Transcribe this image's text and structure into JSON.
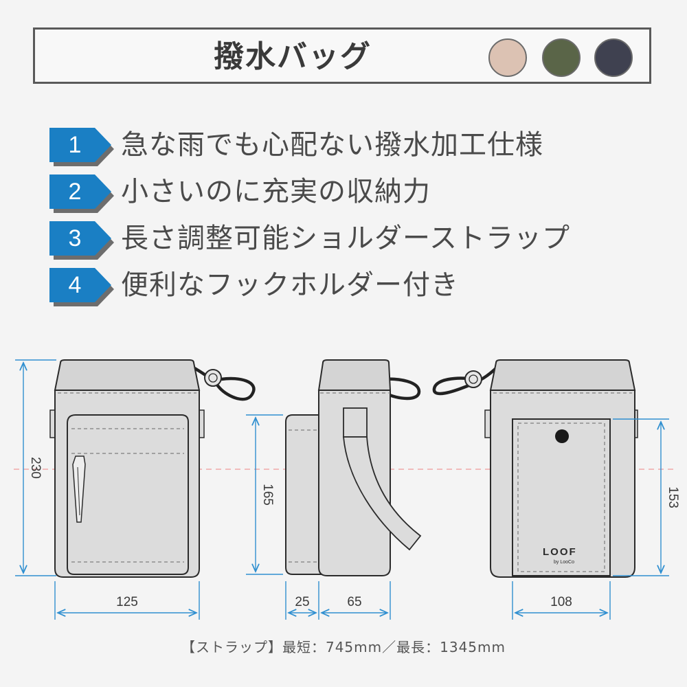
{
  "header": {
    "title": "撥水バッグ",
    "swatches": [
      {
        "name": "pink-beige",
        "color": "#dcc2b3"
      },
      {
        "name": "olive",
        "color": "#5a6548"
      },
      {
        "name": "navy-charcoal",
        "color": "#3f4150"
      }
    ]
  },
  "features": [
    {
      "num": "1",
      "text": "急な雨でも心配ない撥水加工仕様"
    },
    {
      "num": "2",
      "text": "小さいのに充実の収納力"
    },
    {
      "num": "3",
      "text": "長さ調整可能ショルダーストラップ"
    },
    {
      "num": "4",
      "text": "便利なフックホルダー付き"
    }
  ],
  "dimensions": {
    "front_height": "230",
    "front_width": "125",
    "side_pocket_height": "165",
    "side_pocket_depth": "25",
    "side_body_depth": "65",
    "back_pocket_height": "153",
    "back_pocket_width": "108"
  },
  "logo": {
    "main": "LOOF",
    "sub": "by LooCo"
  },
  "strap_note": "【ストラップ】最短：745mm／最長：1345mm",
  "colors": {
    "accent_blue": "#1a7fc4",
    "dim_blue": "#2f8fd0",
    "bag_fill": "#dcdcdc",
    "outline": "#2b2b2b"
  }
}
